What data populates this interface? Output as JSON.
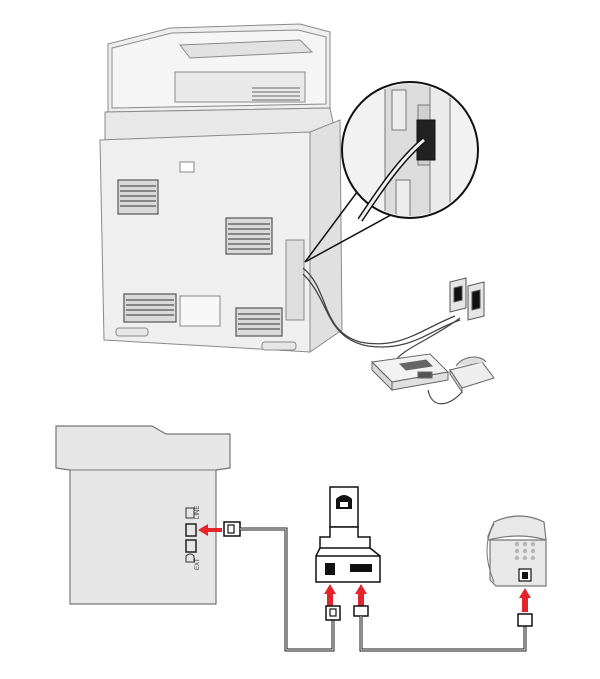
{
  "figure": {
    "panels": [
      {
        "name": "printer-rear-view-illustration"
      },
      {
        "name": "fax-connection-schematic"
      }
    ]
  },
  "port_labels": {
    "line": "LINE",
    "ext": "EXT"
  },
  "colors": {
    "body_fill": "#e6e6e6",
    "body_fill_dark": "#d4d4d4",
    "outline": "#7a7a7a",
    "cable": "#1a1a1a",
    "arrow": "#e3242b",
    "vent": "#555555"
  },
  "icons": [
    "printer-icon",
    "telephone-icon",
    "splitter-icon",
    "wall-jack-icon",
    "answering-machine-icon",
    "phone-port-icon"
  ]
}
